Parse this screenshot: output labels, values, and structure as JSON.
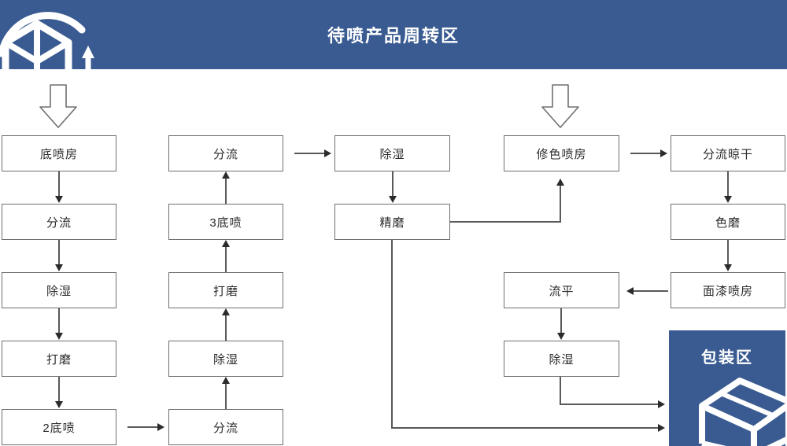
{
  "header": {
    "title": "待喷产品周转区",
    "icon": "warehouse-arch-box-icon",
    "bg_color": "#3a5b91",
    "text_color": "#ffffff"
  },
  "terminal_zone": {
    "label": "包装区",
    "icon": "package-box-icon",
    "bg_color": "#3a5b91",
    "text_color": "#ffffff"
  },
  "diagram": {
    "type": "flowchart",
    "box_border_color": "#6f6f6f",
    "connector_color": "#595959",
    "columns": [
      {
        "id": "col1",
        "direction": "down",
        "nodes": [
          "底喷房",
          "分流",
          "除湿",
          "打磨",
          "2底喷"
        ]
      },
      {
        "id": "col2",
        "direction": "up",
        "nodes": [
          "分流",
          "除湿",
          "打磨",
          "3底喷",
          "分流"
        ]
      },
      {
        "id": "col3",
        "direction": "down",
        "nodes": [
          "除湿",
          "精磨"
        ]
      },
      {
        "id": "col4",
        "direction": "down",
        "nodes": [
          "修色喷房",
          "流平",
          "除湿"
        ]
      },
      {
        "id": "col5",
        "direction": "down",
        "nodes": [
          "分流晾干",
          "色磨",
          "面漆喷房"
        ]
      }
    ],
    "nodes": {
      "n1": "底喷房",
      "n2": "分流",
      "n3": "除湿",
      "n4": "打磨",
      "n5": "2底喷",
      "n6": "分流",
      "n7": "除湿",
      "n8": "打磨",
      "n9": "3底喷",
      "n10": "分流",
      "n11": "除湿",
      "n12": "精磨",
      "n13": "修色喷房",
      "n14": "流平",
      "n15": "除湿",
      "n16": "分流晾干",
      "n17": "色磨",
      "n18": "面漆喷房"
    },
    "entry_arrows": 2,
    "edges": [
      "待喷产品周转区 → 底喷房",
      "底喷房 → 分流",
      "分流 → 除湿",
      "除湿 → 打磨",
      "打磨 → 2底喷",
      "2底喷 → 分流(列2底)",
      "分流(列2底) → 除湿(列2)",
      "除湿(列2) → 打磨(列2)",
      "打磨(列2) → 3底喷",
      "3底喷 → 分流(列2顶)",
      "分流(列2顶) → 除湿(列3)",
      "除湿(列3) → 精磨",
      "精磨 → 修色喷房",
      "精磨 → 包装区",
      "待喷产品周转区 → 修色喷房",
      "修色喷房 → 分流晾干",
      "分流晾干 → 色磨",
      "色磨 → 面漆喷房",
      "面漆喷房 → 流平",
      "流平 → 除湿(列4)",
      "除湿(列4) → 包装区"
    ]
  }
}
